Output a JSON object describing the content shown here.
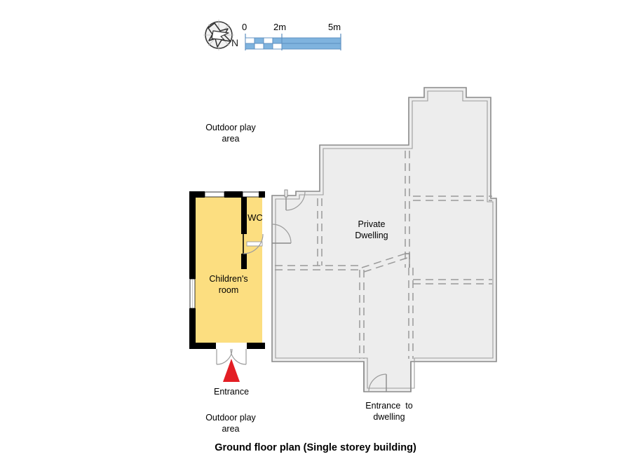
{
  "figure": {
    "caption": "Ground floor plan (Single storey building)"
  },
  "compass": {
    "icon": "compass-rose-icon",
    "north_label": "N"
  },
  "scale_bar": {
    "unit": "m",
    "ticks": [
      {
        "label": "0",
        "value": 0
      },
      {
        "label": "2m",
        "value": 2
      },
      {
        "label": "5m",
        "value": 5
      }
    ],
    "bar_color": "#7FB3DE",
    "outline_color": "#5B8DBE"
  },
  "labels": {
    "outdoor_play_top": "Outdoor play\narea",
    "outdoor_play_bottom": "Outdoor play\narea",
    "childrens_room": "Children's\nroom",
    "wc": "WC",
    "private_dwelling": "Private\nDwelling",
    "entrance": "Entrance",
    "entrance_to_dwelling": "Entrance  to\ndwelling"
  },
  "colors": {
    "nursery_fill": "#FCDE80",
    "wall_black": "#000000",
    "dwelling_fill": "#EDEDED",
    "dwelling_stroke": "#8A8A8A",
    "dwelling_dashed": "#9A9A9A",
    "entrance_arrow": "#E31E24",
    "window_white": "#FFFFFF"
  },
  "elements": {
    "entrance_arrow": "entrance-arrow-marker",
    "childrens_room_door": "double-door-swing",
    "wc_door": "wc-door-swing",
    "dwelling_entrance_door": "dwelling-entrance-door-swing",
    "connecting_door": "connecting-door-swing"
  }
}
